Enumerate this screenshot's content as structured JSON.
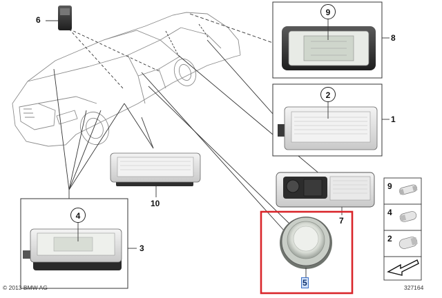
{
  "callouts": {
    "p1": "1",
    "p2": "2",
    "p3": "3",
    "p4": "4",
    "p5": "5",
    "p6": "6",
    "p7": "7",
    "p8": "8",
    "p9": "9",
    "p10": "10"
  },
  "bulbs": {
    "b9": "9",
    "b4": "4",
    "b2": "2"
  },
  "footer": {
    "copyright": "© 2013 BMW AG",
    "diagram_number": "327164"
  },
  "colors": {
    "highlight_frame": "#d9252a",
    "selected_label_bg": "#cfe0f7",
    "line": "#333333"
  }
}
